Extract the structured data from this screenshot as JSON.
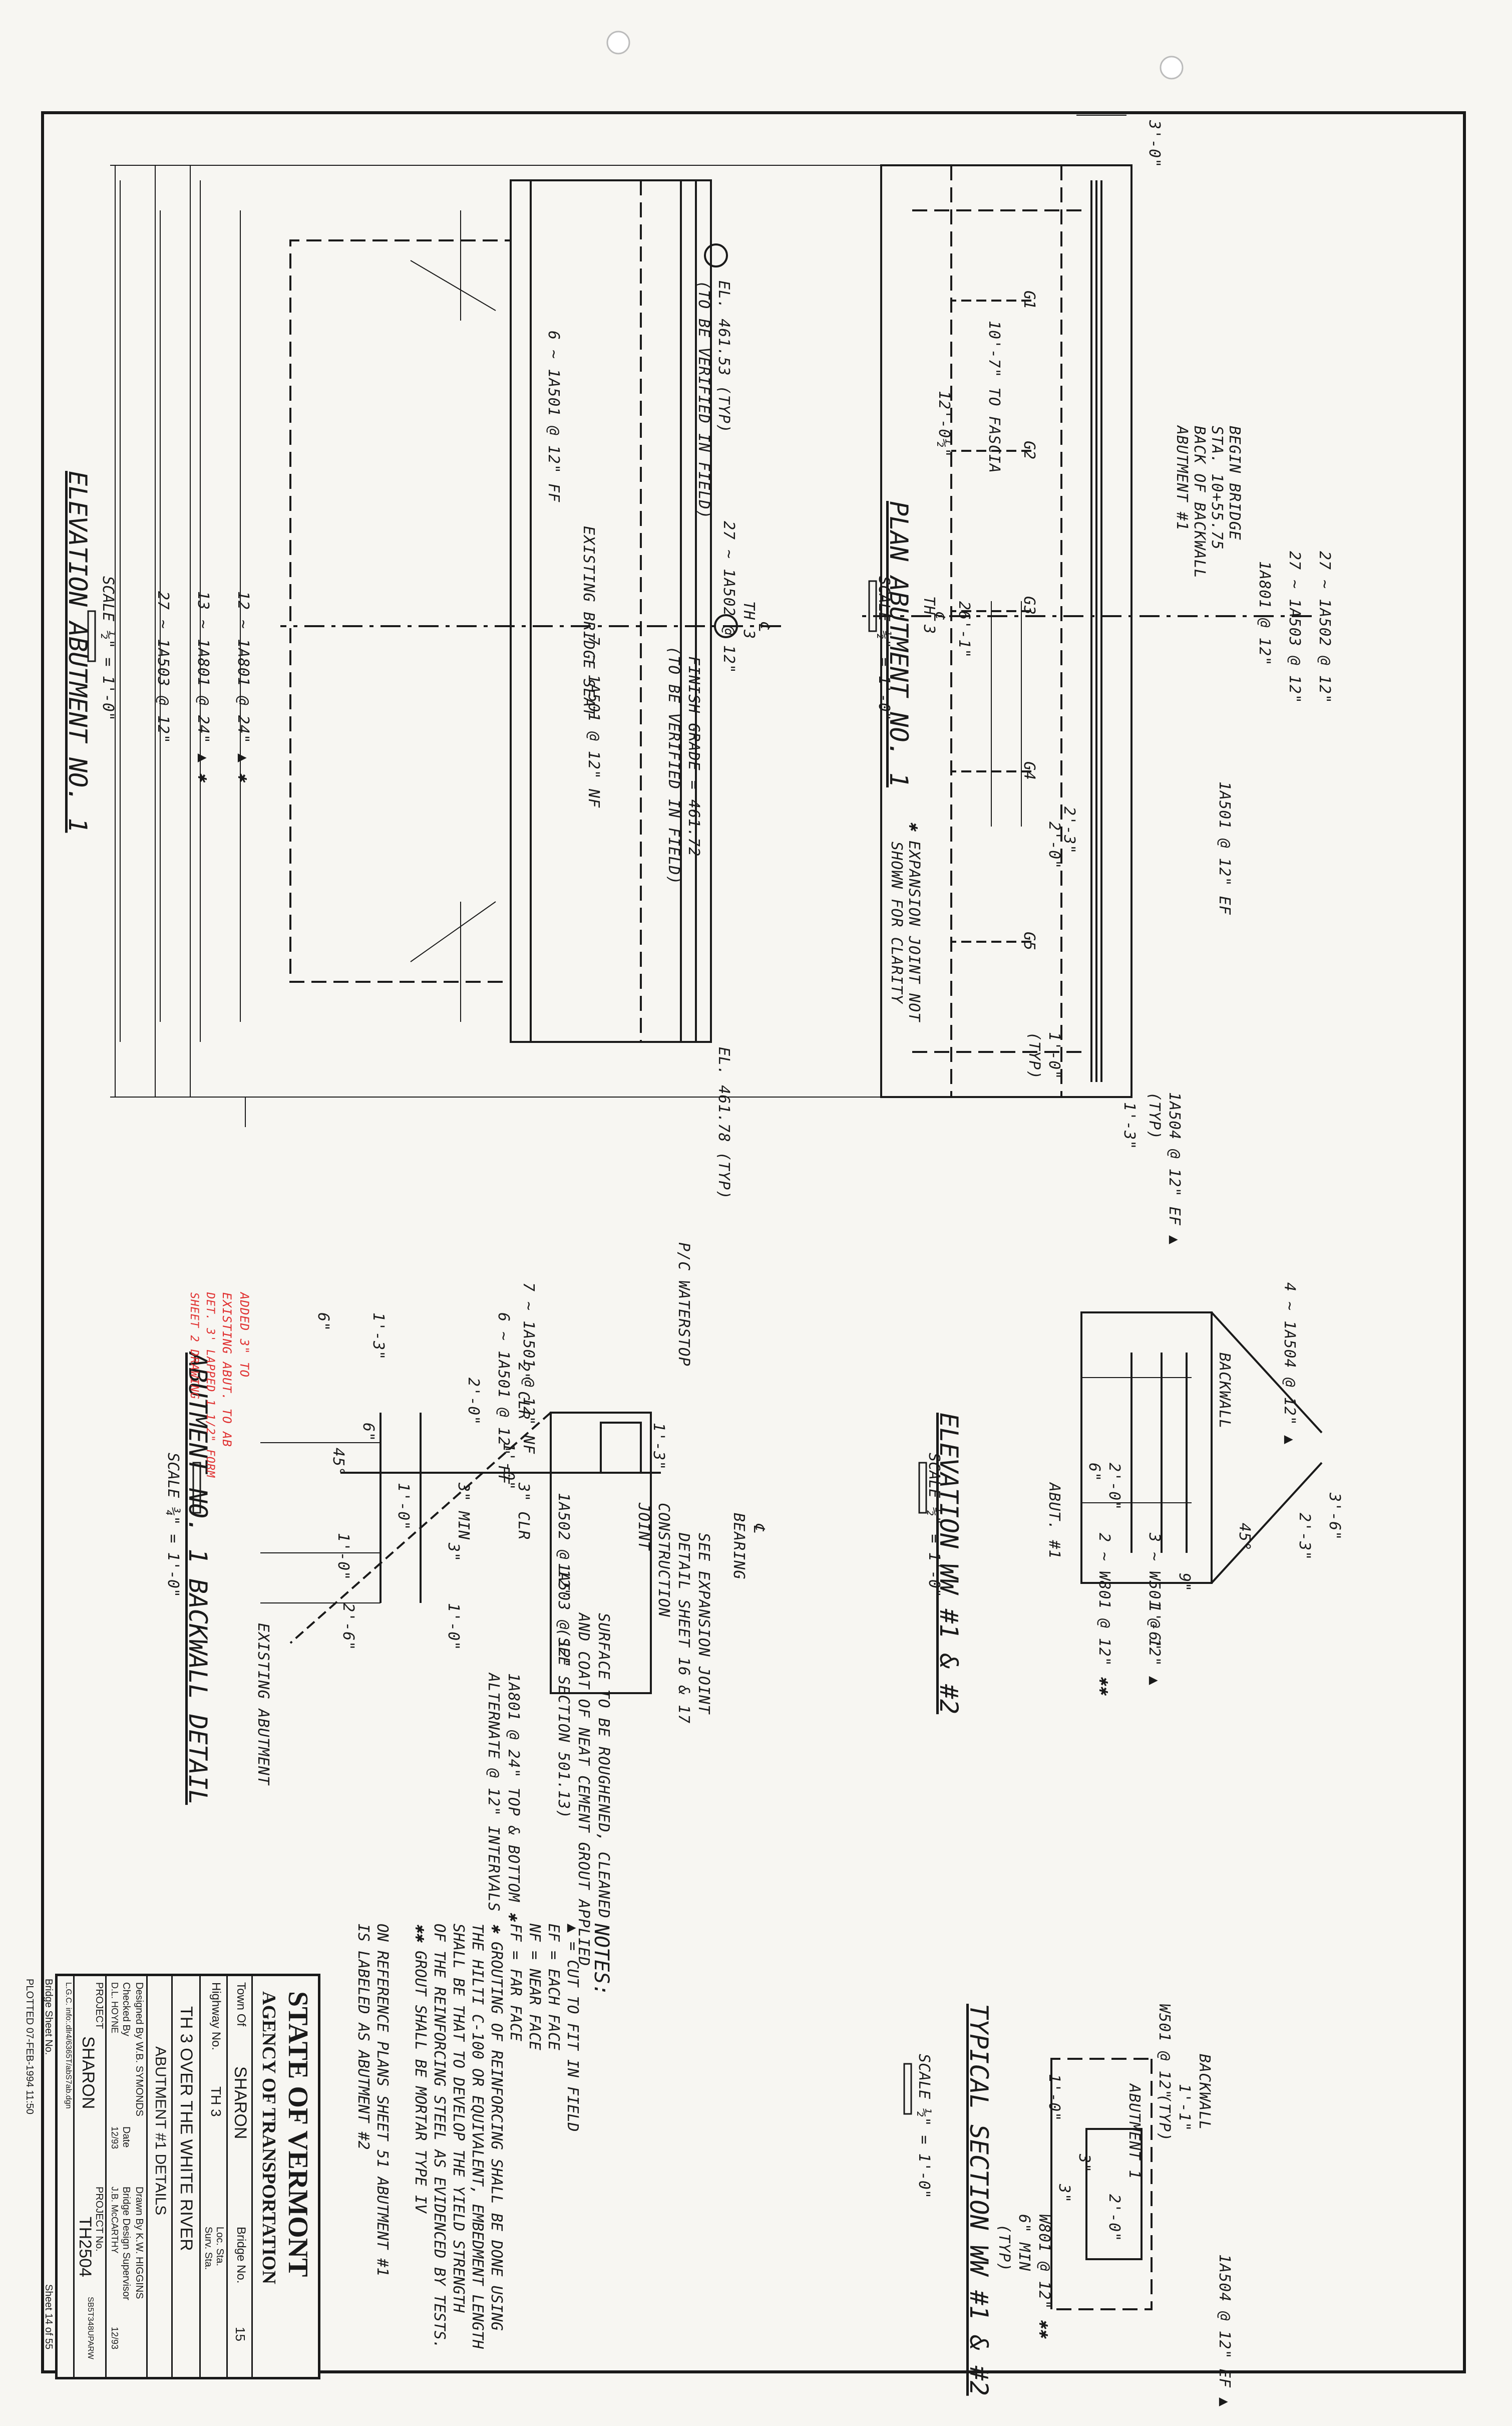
{
  "plan": {
    "title": "PLAN ABUTMENT NO. 1",
    "scale": "SCALE ½\" = 1'-0\"",
    "scale_ticks": [
      "1",
      "0",
      "2"
    ],
    "dims": [
      "3'-0\"",
      "27 ~ 1A502 @ 12\"",
      "27 ~ 1A503 @ 12\"",
      "1A801 @ 12\"",
      "1A501 @ 12\" EF",
      "1A504 @ 12\" EF ▲",
      "(TYP)",
      "1'-3\"",
      "1'-0\"",
      "(TYP)",
      "2'-3\"",
      "2'-0\"",
      "26'-1\"",
      "12'-0½\"",
      "10'-7\" TO FASCIA"
    ],
    "girders": [
      "G1",
      "G2",
      "G3",
      "G4",
      "G5"
    ],
    "cl": "℄",
    "th3": "TH 3",
    "begin": [
      "BEGIN BRIDGE",
      "STA. 10+55.75",
      "BACK OF BACKWALL",
      "ABUTMENT #1"
    ],
    "note": [
      "✱ EXPANSION JOINT NOT",
      "SHOWN FOR CLARITY"
    ]
  },
  "elev": {
    "title": "ELEVATION ABUTMENT NO. 1",
    "scale": "SCALE ½\" = 1'-0\"",
    "scale_ticks": [
      "1",
      "0",
      "2"
    ],
    "labels": [
      "EL. 461.53 (TYP)",
      "(TO BE VERIFIED IN FIELD)",
      "6 ~ 1A501 @ 12\" FF",
      "EXISTING BRIDGE SEAT",
      "7 ~ 1A501 @ 12\" NF",
      "FINISH GRADE = 461.72",
      "(TO BE VERIFIED IN FIELD)",
      "27 ~ 1A502 @ 12\"",
      "12 ~ 1A801 @ 24\" ▲ ✱",
      "13 ~ 1A801 @ 24\" ▲ ✱",
      "27 ~ 1A503 @ 12\"",
      "EL. 461.78 (TYP)"
    ],
    "cl": "℄",
    "th3": "TH 3"
  },
  "ww": {
    "title": "ELEVATION WW #1 & #2",
    "scale": "SCALE ½\" = 1'-0\"",
    "scale_ticks": [
      "1",
      "0",
      "2"
    ],
    "labels": [
      "4 ~ 1A504 @ 12\" ▲",
      "BACKWALL",
      "2'-0\"",
      "6\"",
      "3'-6\"",
      "2'-3\"",
      "45°",
      "ABUT. #1",
      "3 ~ W501 @ 12\" ▲",
      "2 ~ W801 @ 12\" ✱✱",
      "9\"",
      "1'-6\""
    ]
  },
  "typ": {
    "title": "TYPICAL SECTION WW #1 & #2",
    "scale": "SCALE ½\" = 1'-0\"",
    "scale_ticks": [
      "1",
      "0",
      "2"
    ],
    "labels": [
      "W501 @ 12\"",
      "BACKWALL",
      "1'-1\"",
      "(TYP)",
      "ABUTMENT 1",
      "2'-0\"",
      "3\"",
      "3\"",
      "1'-0\"",
      "W801 @ 12\" ✱✱",
      "6\" MIN",
      "(TYP)",
      "1A504 @ 12\" EF ▲"
    ]
  },
  "bw": {
    "title": "ABUTMENT NO. 1 BACKWALL DETAIL",
    "scale": "SCALE ¾\" = 1'-0\"",
    "scale_ticks": [
      "1",
      "0",
      "2"
    ],
    "labels": [
      "P/C WATERSTOP",
      "7 ~ 1A501 @ 12\" NF",
      "6 ~ 1A501 @ 12\" FF",
      "6\"",
      "1'-3\"",
      "2'-0\"",
      "2\" CLR",
      "1'-3\"",
      "1'-0\"",
      "45°",
      "6\"",
      "3\" CLR",
      "1'-0\"",
      "3\" MIN",
      "1'-0\"",
      "3\"",
      "2'-6\"",
      "1'-0\"",
      "1A502 @ 12\"",
      "1A503 @ 12\"",
      "℄",
      "BEARING",
      "SEE EXPANSION JOINT",
      "DETAIL SHEET 16 & 17",
      "CONSTRUCTION",
      "JOINT",
      "SURFACE TO BE ROUGHENED, CLEANED",
      "AND COAT OF NEAT CEMENT GROUT APPLIED",
      "(SEE SECTION 501.13)",
      "1A801 @ 24\" TOP & BOTTOM ✱",
      "ALTERNATE @ 12\" INTERVALS",
      "EXISTING ABUTMENT"
    ],
    "red": [
      "ADDED 3\" TO",
      "EXISTING ABUT. TO AB",
      "DET. 3' LAPPED 1 1/2\" FORM",
      "SHEET 2 DRAWING"
    ]
  },
  "notes": {
    "title": "NOTES:",
    "items": [
      "▲ = CUT TO FIT IN FIELD",
      "EF = EACH FACE",
      "NF = NEAR FACE",
      "FF = FAR FACE",
      "✱   GROUTING OF REINFORCING SHALL BE DONE USING",
      "    THE HILTI C-100 OR EQUIVALENT, EMBEDMENT LENGTH",
      "    SHALL BE THAT TO DEVELOP THE YIELD STRENGTH",
      "    OF THE REINFORCING STEEL AS EVIDENCED BY TESTS.",
      "✱✱  GROUT SHALL BE MORTAR TYPE IV",
      "",
      "ON REFERENCE PLANS SHEET 51 ABUTMENT #1",
      "IS LABELED AS ABUTMENT #2"
    ]
  },
  "titleblock": {
    "state": "STATE OF VERMONT",
    "agency": "AGENCY OF TRANSPORTATION",
    "town_label": "Town Of",
    "town": "SHARON",
    "bridge_no_label": "Bridge No.",
    "bridge_no": "15",
    "hwy_label": "Highway No.",
    "hwy": "TH 3",
    "loc_sta": "Loc. Sta.",
    "surv_sta": "Surv. Sta.",
    "project_title": "TH 3 OVER THE WHITE RIVER",
    "sheet_title": "ABUTMENT #1 DETAILS",
    "designed": "Designed By  W.B. SYMONDS",
    "drawn": "Drawn By  K.W. HIGGINS",
    "checked": "Checked By",
    "checked_name": "D.L. HOYNE",
    "date_label": "Date",
    "date1": "12/93",
    "bds_label": "Bridge Design Supervisor",
    "bds": "J.B. McCARTHY",
    "date2": "12/93",
    "project_label": "PROJECT",
    "project": "SHARON",
    "project_no_label": "PROJECT No.",
    "project_no": "TH2504",
    "sheet_file": "SB5T348UPARW",
    "lgc": "L.G.C. info:.dlr4/6365T/abS7ab.dgn",
    "bridge_sheet": "Bridge Sheet No.",
    "sheet_no": "Sheet  14  of  55",
    "plotted": "PLOTTED 07-FEB-1994 11:50"
  }
}
